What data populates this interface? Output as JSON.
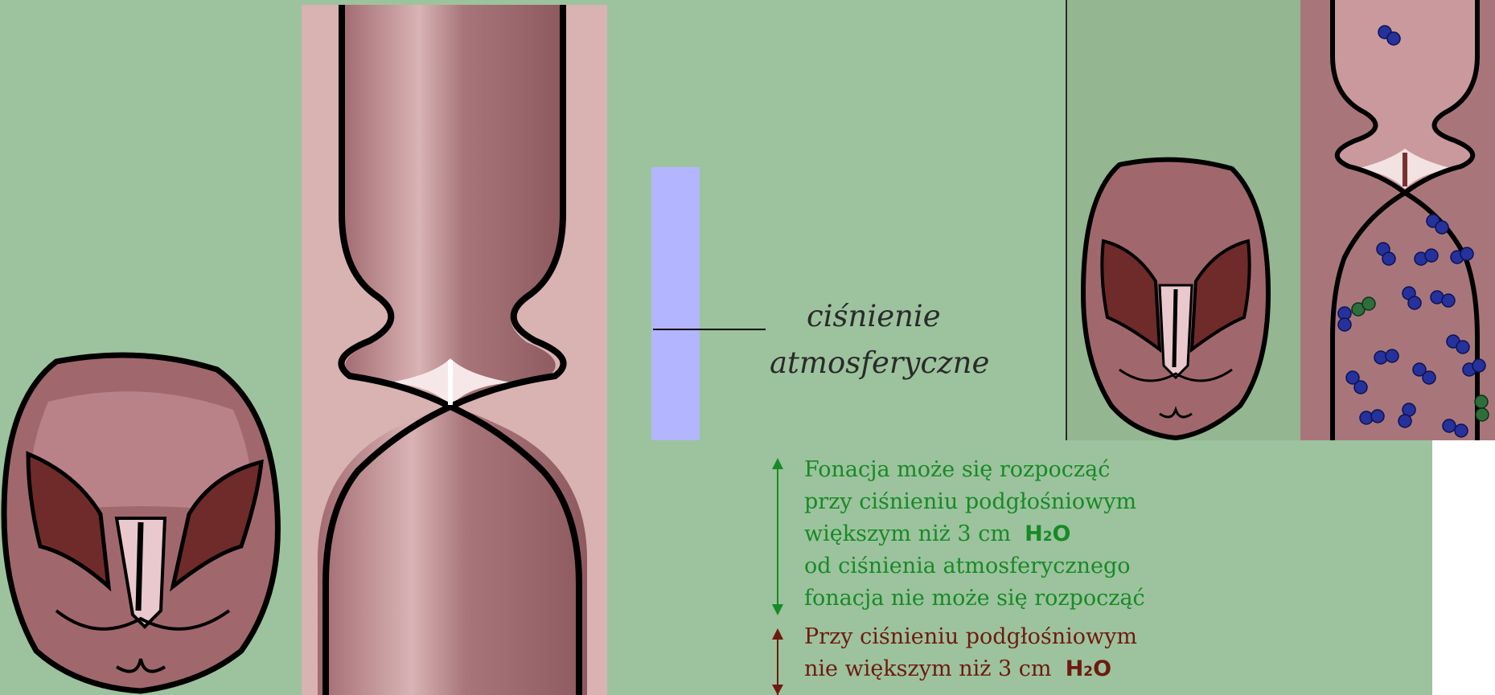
{
  "colors": {
    "background": "#9cc39d",
    "tissue": "#a8767a",
    "tissue_light": "#f0dede",
    "outline": "#000000",
    "atmospheric_bar": "#b3b6ff",
    "phonation_possible_bar": "#12b81a",
    "phonation_impossible_bar": "#e31818",
    "green_text": "#178a26",
    "red_text": "#6e1a10",
    "molecule_blue": "#26319c",
    "molecule_green": "#2e6e3a"
  },
  "pressure_label": {
    "line1": "ciśnienie",
    "line2": "atmosferyczne"
  },
  "legend": {
    "green_lines": [
      "Fonacja może się rozpocząć",
      "przy ciśnieniu podgłośniowym",
      "większym  niż 3 cm"
    ],
    "h2o_main": "H",
    "h2o_sub": "2",
    "h2o_end": "O",
    "green_line4": "od ciśnienia atmosferycznego",
    "green_line5": "fonacja nie może się rozpocząć",
    "red_line1": "Przy ciśnieniu podgłośniowym",
    "red_line2": "nie większym  niż 3 cm"
  },
  "icons": {
    "larynx_front": "larynx-front-view-icon",
    "airway_section": "airway-cross-section-icon",
    "air_molecule": "air-molecule-icon",
    "arrow": "double-arrow-icon"
  }
}
